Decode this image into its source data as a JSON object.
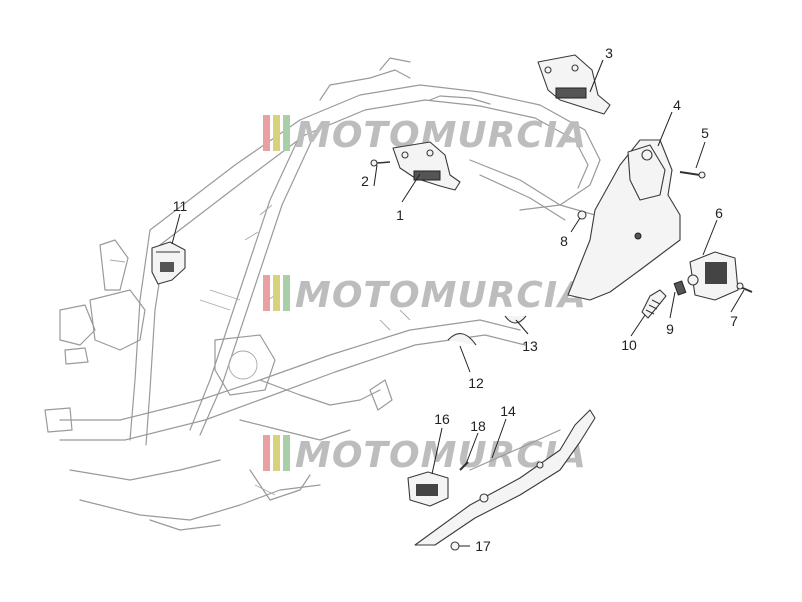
{
  "watermark": {
    "brand": "MOTOMURCIA",
    "colors": [
      "#e8a0a0",
      "#d8d27a",
      "#a9cfa9"
    ],
    "text_color": "#bdbdbd"
  },
  "callouts": [
    {
      "id": "1",
      "label": "1"
    },
    {
      "id": "2",
      "label": "2"
    },
    {
      "id": "3",
      "label": "3"
    },
    {
      "id": "4",
      "label": "4"
    },
    {
      "id": "5",
      "label": "5"
    },
    {
      "id": "6",
      "label": "6"
    },
    {
      "id": "7",
      "label": "7"
    },
    {
      "id": "8",
      "label": "8"
    },
    {
      "id": "9",
      "label": "9"
    },
    {
      "id": "10",
      "label": "10"
    },
    {
      "id": "11",
      "label": "11"
    },
    {
      "id": "12",
      "label": "12"
    },
    {
      "id": "13",
      "label": "13"
    },
    {
      "id": "14",
      "label": "14"
    },
    {
      "id": "16",
      "label": "16"
    },
    {
      "id": "17",
      "label": "17"
    },
    {
      "id": "18",
      "label": "18"
    }
  ]
}
